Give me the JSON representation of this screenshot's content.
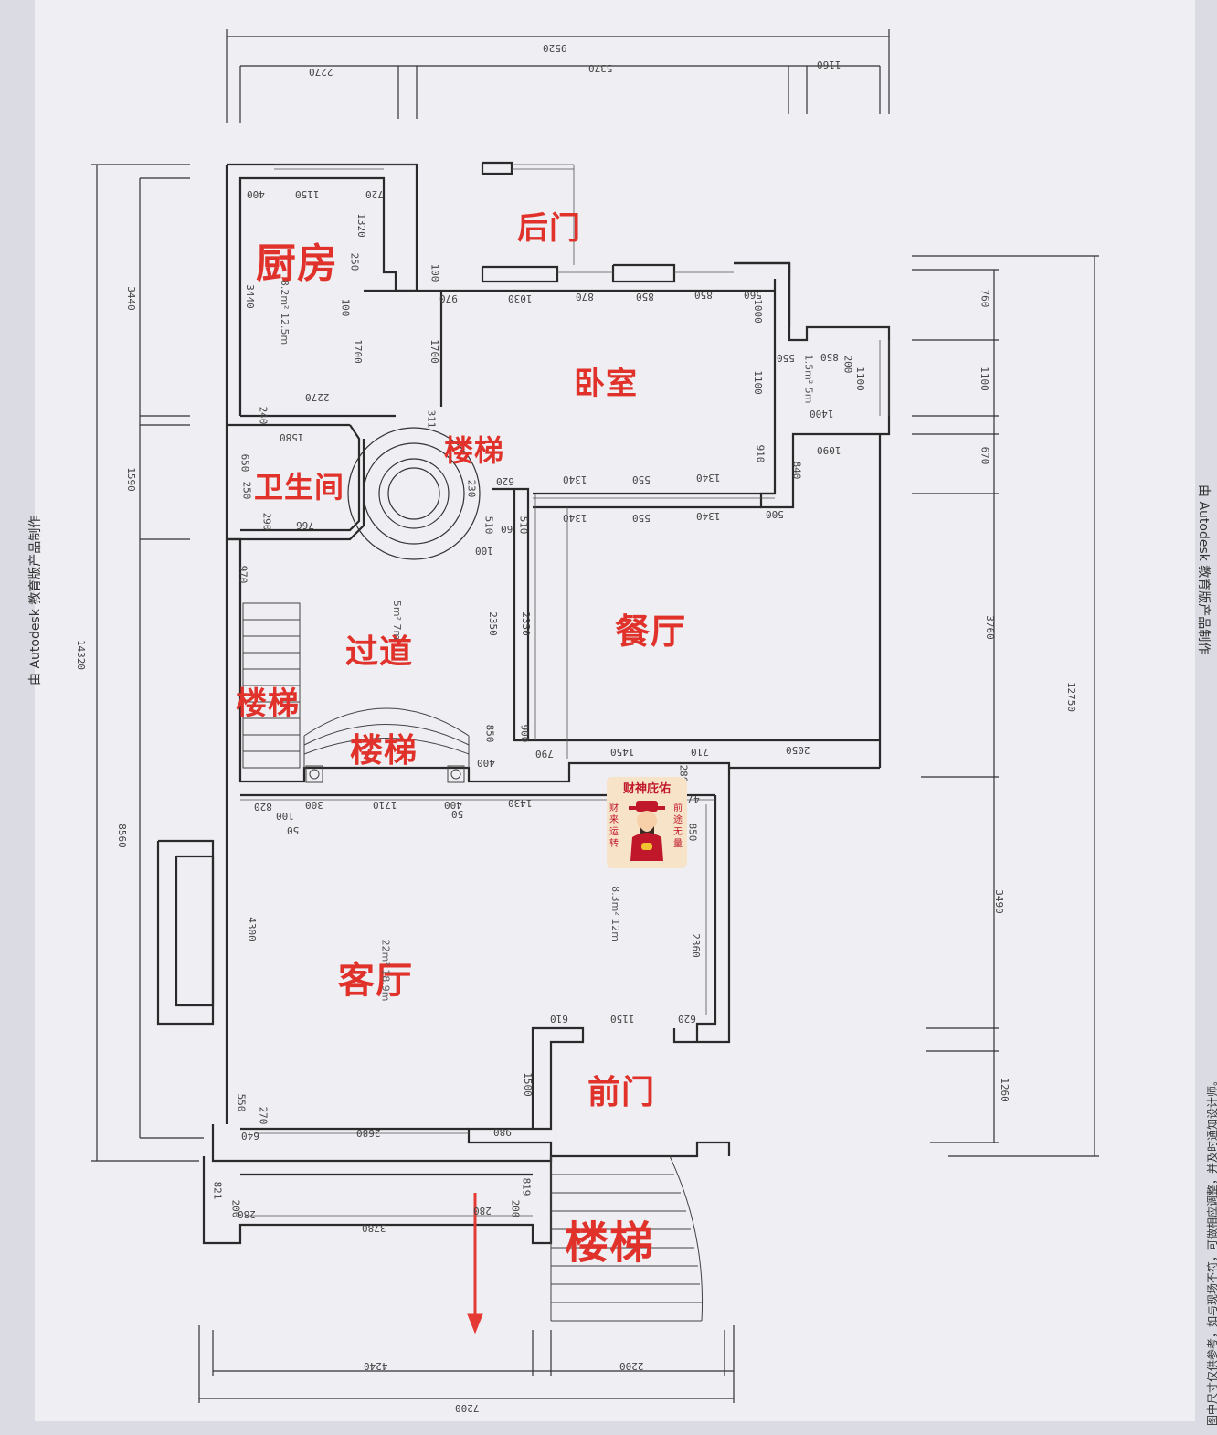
{
  "watermark_left": "由 Autodesk 教育版产品制作",
  "watermark_right": "由 Autodesk 教育版产品制作",
  "note_right": "图中尺寸仅供参考，如与现场不符，可做相应调整，并及时通知设计师。",
  "rooms": {
    "kitchen": "厨房",
    "back_door": "后门",
    "bedroom": "卧室",
    "stairs_top": "楼梯",
    "bathroom": "卫生间",
    "dining": "餐厅",
    "corridor": "过道",
    "stairs_left": "楼梯",
    "stairs_mid": "楼梯",
    "living": "客厅",
    "front_door": "前门",
    "stairs_front": "楼梯"
  },
  "areas": {
    "kitchen": "8.2m² 12.5m",
    "bedroom_side": "1.5m² 5m",
    "corridor": "5m² 7m",
    "living_small": "8.3m² 12m",
    "living": "22m² 18.9m"
  },
  "sticker": {
    "title": "财神庇佑",
    "left": "财来运转",
    "right": "前途无量"
  },
  "dims": {
    "top_total": "9520",
    "top_1": "2270",
    "top_2": "5370",
    "top_3": "1160",
    "bottom_total": "7200",
    "bottom_1": "4240",
    "bottom_2": "2200",
    "left_total": "14320",
    "left_1": "3440",
    "left_2": "1590",
    "left_3": "8560",
    "right_total": "12750",
    "right_1": "760",
    "right_2": "1100",
    "right_3": "670",
    "right_4": "3760",
    "right_5": "3490",
    "right_6": "1260",
    "k_400": "400",
    "k_1150": "1150",
    "k_720": "720",
    "k_1320": "1320",
    "k_250": "250",
    "k_3440": "3440",
    "k_100a": "100",
    "k_100b": "100",
    "k_1700a": "1700",
    "k_1700b": "1700",
    "k_2270": "2270",
    "b_970": "970",
    "b_1030": "1030",
    "b_870": "870",
    "b_850a": "850",
    "b_850b": "850",
    "b_560": "560",
    "b_1000": "1000",
    "b_550": "550",
    "b_850c": "850",
    "b_200": "200",
    "b_1100a": "1100",
    "b_1100b": "1100",
    "b_1400": "1400",
    "b_910": "910",
    "b_1090": "1090",
    "b_840": "840",
    "b_500": "500",
    "b_620": "620",
    "b_1340a": "1340",
    "b_550b": "550",
    "b_1340b": "1340",
    "b_1340c": "1340",
    "b_550c": "550",
    "b_1340d": "1340",
    "w_1580": "1580",
    "w_240": "240",
    "w_650": "650",
    "w_250": "250",
    "w_290": "290",
    "w_766": "766",
    "s_311": "311",
    "s_230": "230",
    "s_510a": "510",
    "s_510b": "510",
    "s_60": "60",
    "s_100": "100",
    "c_970": "970",
    "c_2350a": "2350",
    "c_2350b": "2350",
    "c_850": "850",
    "c_900": "900",
    "c_400": "400",
    "d_790": "790",
    "d_1450": "1450",
    "d_710": "710",
    "d_2050": "2050",
    "l_820": "820",
    "l_100": "100",
    "l_300": "300",
    "l_50a": "50",
    "l_1710": "1710",
    "l_400": "400",
    "l_50b": "50",
    "l_1430": "1430",
    "l_280": "280",
    "l_470": "470",
    "l_850": "850",
    "l_4300": "4300",
    "l_2360": "2360",
    "l_610": "610",
    "l_1150": "1150",
    "l_620": "620",
    "l_1500": "1500",
    "l_550": "550",
    "l_270": "270",
    "l_640": "640",
    "l_2680": "2680",
    "l_980": "980",
    "p_821": "821",
    "p_200a": "200",
    "p_280a": "280",
    "p_3780": "3780",
    "p_280b": "280",
    "p_200b": "200",
    "p_819": "819"
  },
  "colors": {
    "label": "#e0322a",
    "line": "#2a2a2a",
    "paper": "#eeeef3",
    "arrow": "#e53a34"
  }
}
